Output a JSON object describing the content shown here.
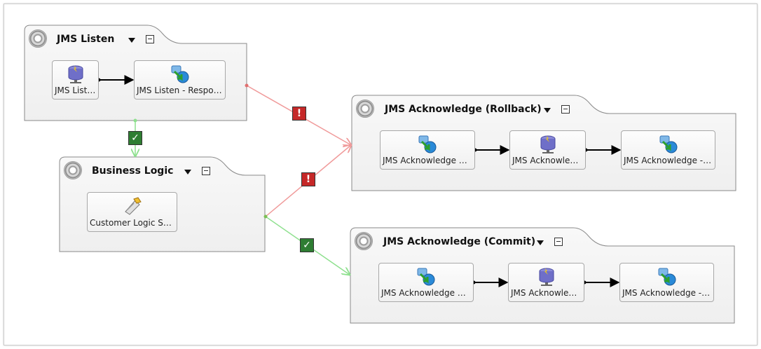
{
  "groups": {
    "jms_listen": {
      "title": "JMS Listen"
    },
    "business_logic": {
      "title": "Business Logic"
    },
    "rollback": {
      "title": "JMS Acknowledge (Rollback)"
    },
    "commit": {
      "title": "JMS Acknowledge (Commit)"
    }
  },
  "nodes": {
    "jms_listen": "JMS Listen",
    "jms_listen_response": "JMS Listen - Response",
    "customer_logic_script": "Customer Logic Script",
    "rb_request": "JMS Acknowledge R...",
    "rb_ack": "JMS Acknowledge",
    "rb_response": "JMS Acknowledge - ...",
    "cm_request": "JMS Acknowledge C...",
    "cm_ack": "JMS Acknowledge",
    "cm_response": "JMS Acknowledge - ..."
  },
  "badges": {
    "ok": "✓",
    "err": "!"
  },
  "colors": {
    "success": "#8ee08e",
    "failure": "#f09a9a",
    "flow": "#000000"
  },
  "icons": {
    "database": "database-icon",
    "transfer": "transfer-globe-icon",
    "script": "script-icon",
    "gear": "gear-icon"
  }
}
